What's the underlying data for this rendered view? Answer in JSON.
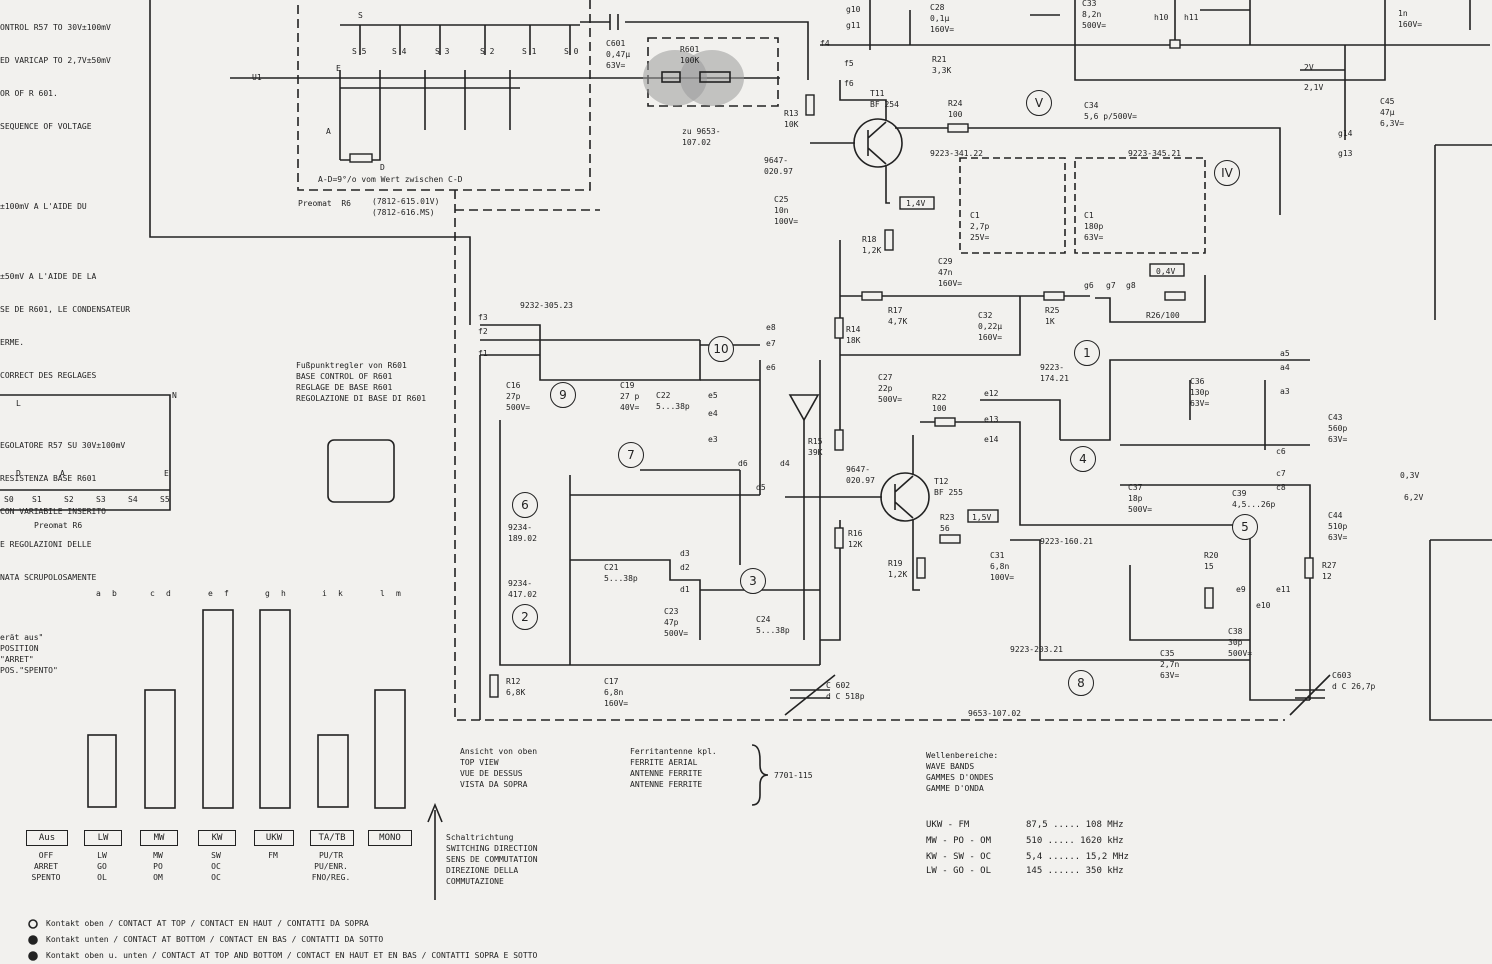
{
  "top_left_notes": [
    "ONTROL R57 TO 30V±100mV",
    "ED VARICAP TO 2,7V±50mV",
    "OR OF R 601.",
    "SEQUENCE OF VOLTAGE",
    "",
    "±100mV A L'AIDE DU",
    "",
    "±50mV A L'AIDE DE LA",
    "SE DE R601, LE CONDENSATEUR",
    "ERME.",
    "CORRECT DES REGLAGES",
    "",
    "EGOLATORE R57 SU 30V±100mV",
    "RESISTENZA BASE R601",
    "CON VARIABILE INSERITO",
    "E REGOLAZIONI DELLE",
    "NATA SCRUPOLOSAMENTE"
  ],
  "preomat_box": {
    "switch_labels": [
      "S 5",
      "S 4",
      "S 3",
      "S 2",
      "S 1",
      "S 0"
    ],
    "top_label": "S",
    "ut_label": "U1",
    "e_label": "E",
    "a_label": "A",
    "d_label": "D",
    "note": "A-D=9°/o vom Wert zwischen C-D",
    "title": "Preomat  R6",
    "part_numbers": "(7812-615.01V)\n(7812-616.MS)"
  },
  "c601": "C601\n0,47µ\n63V=",
  "r601": "R601\n100K",
  "r601_part": "zu 9653-\n107.02",
  "fusspunkt": "Fußpunktregler von R601\nBASE CONTROL OF R601\nREGLAGE DE BASE R601\nREGOLAZIONE DI BASE DI R601",
  "preomat_front": {
    "title": "Preomat R6",
    "buttons": [
      "S0",
      "S1",
      "S2",
      "S3",
      "S4",
      "S5"
    ],
    "markers": [
      "D",
      "A",
      "E"
    ],
    "l_label": "L",
    "n_label": "N"
  },
  "coil_9232": "9232-305.23",
  "coil_9234a": "9234-\n189.02",
  "coil_9234b": "9234-\n417.02",
  "coil_9223a": "9223-\n174.21",
  "coil_9223b": "9223-160.21",
  "coil_9223c": "9223-203.21",
  "coil_9223_341": "9223-341.22",
  "coil_9223_345": "9223-345.21",
  "transistors": [
    {
      "name": "T11",
      "type": "BF 254"
    },
    {
      "name": "T12",
      "type": "BF 255"
    }
  ],
  "part_9647a": "9647-\n020.97",
  "part_9647b": "9647-\n020.97",
  "components": {
    "c28": "C28\n0,1µ\n160V=",
    "r21": "R21\n3,3K",
    "c33": "C33\n8,2n\n500V=",
    "c35top": "1n\n160V=",
    "c45": "C45\n47µ\n6,3V=",
    "r13": "R13\n10K",
    "r24": "R24\n100",
    "c34": "C34\n5,6 p/500V=",
    "c25": "C25\n10n\n100V=",
    "r18": "R18\n1,2K",
    "c29": "C29\n47n\n160V=",
    "c1a": "C1\n2,7p\n25V=",
    "c1b": "C1\n180p\n63V=",
    "r17": "R17\n4,7K",
    "c32": "C32\n0,22µ\n160V=",
    "r25": "R25\n1K",
    "r26": "R26/100",
    "r14": "R14\n18K",
    "c16": "C16\n27p\n500V=",
    "c19": "C19\n27 p\n40V=",
    "c22": "C22\n5...38p",
    "c27": "C27\n22p\n500V=",
    "r22": "R22\n100",
    "r15": "R15\n39K",
    "c36": "C36\n130p\n63V=",
    "c43": "C43\n560p\n63V=",
    "c37": "C37\n18p\n500V=",
    "c39": "C39\n4,5...26p",
    "c44": "C44\n510p\n63V=",
    "r16": "R16\n12K",
    "r23": "R23\n56",
    "c31": "C31\n6,8n\n100V=",
    "r19": "R19\n1,2K",
    "c21": "C21\n5...38p",
    "c23": "C23\n47p\n500V=",
    "c24": "C24\n5...38p",
    "r20": "R20\n15",
    "c38": "C38\n30p\n500V=",
    "c35": "C35\n2,7n\n63V=",
    "r27": "R27\n12",
    "r12": "R12\n6,8K",
    "c17": "C17\n6,8n\n160V=",
    "c602": "C 602\nd C 518p",
    "c603": "C603\nd C 26,7p"
  },
  "voltages": [
    "1,4V",
    "1,5V",
    "0,4V",
    "2V",
    "2,1V",
    "0,3V",
    "6,2V"
  ],
  "terminals": [
    "f2",
    "f3",
    "f1",
    "f5",
    "f6",
    "e8",
    "e7",
    "e6",
    "e5",
    "e4",
    "e3",
    "d6",
    "d5",
    "d4",
    "d3",
    "d2",
    "d1",
    "e12",
    "e13",
    "e14",
    "g6",
    "g7",
    "g8",
    "g10",
    "g11",
    "g14",
    "g13",
    "h10",
    "h11",
    "a5",
    "a4",
    "a3",
    "c6",
    "c7",
    "c8",
    "e9",
    "e10",
    "e11",
    "f4"
  ],
  "circled_numbers": [
    "1",
    "2",
    "3",
    "4",
    "5",
    "6",
    "7",
    "8",
    "9",
    "10",
    "IV",
    "V"
  ],
  "board_number": "9653-107.02",
  "ferrite": {
    "lines": "Ferritantenne kpl.\nFERRITE AERIAL\nANTENNE FERRITE\nANTENNE FERRITE",
    "part": "7701-115"
  },
  "top_view": "Ansicht von oben\nTOP VIEW\nVUE DE DESSUS\nVISTA DA SOPRA",
  "switch_direction": "Schaltrichtung\nSWITCHING DIRECTION\nSENS DE COMMUTATION\nDIREZIONE DELLA\nCOMMUTAZIONE",
  "wave_bands": {
    "title": "Wellenbereiche:\nWAVE BANDS\nGAMMES D'ONDES\nGAMME D'ONDA",
    "rows": [
      {
        "band": "UKW - FM",
        "range": "87,5 ..... 108 MHz"
      },
      {
        "band": "MW - PO - OM",
        "range": "510 ..... 1620 kHz"
      },
      {
        "band": "KW - SW - OC",
        "range": "5,4 ...... 15,2 MHz"
      },
      {
        "band": "LW - GO - OL",
        "range": "145 ...... 350 kHz"
      }
    ]
  },
  "switch_columns": [
    "a",
    "b",
    "c",
    "d",
    "e",
    "f",
    "g",
    "h",
    "i",
    "k",
    "l",
    "m"
  ],
  "switches": [
    {
      "label": "Aus",
      "foot": "OFF\nARRET\nSPENTO"
    },
    {
      "label": "LW",
      "foot": "LW\nGO\nOL"
    },
    {
      "label": "MW",
      "foot": "MW\nPO\nOM"
    },
    {
      "label": "KW",
      "foot": "SW\nOC\nOC"
    },
    {
      "label": "UKW",
      "foot": "FM"
    },
    {
      "label": "TA/TB",
      "foot": "PU/TR\nPU/ENR.\nFNO/REG."
    },
    {
      "label": "MONO",
      "foot": ""
    }
  ],
  "off_note": "erät aus\"\nPOSITION\n\"ARRET\"\nPOS.\"SPENTO\"",
  "legend": [
    "Kontakt oben / CONTACT AT TOP / CONTACT EN HAUT / CONTATTI DA SOPRA",
    "Kontakt unten / CONTACT AT BOTTOM / CONTACT EN BAS / CONTATTI DA SOTTO",
    "Kontakt oben u. unten / CONTACT AT TOP AND BOTTOM / CONTACT EN HAUT ET EN BAS / CONTATTI SOPRA E SOTTO"
  ]
}
